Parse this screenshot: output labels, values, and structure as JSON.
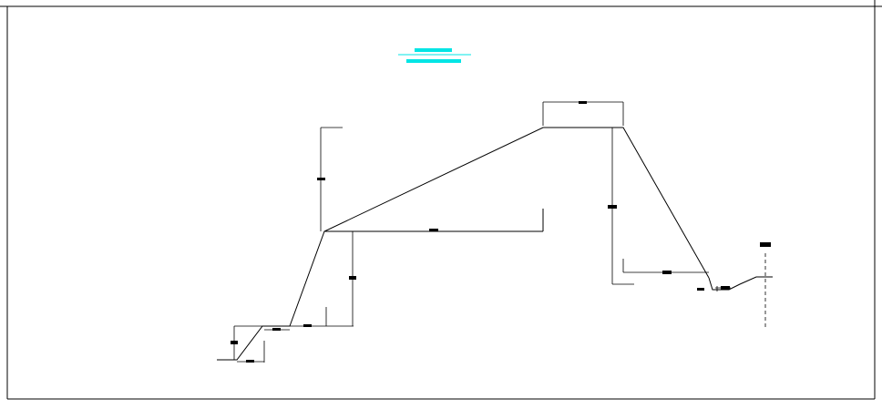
{
  "drawing": {
    "title_text": "",
    "title_color": "#00e5e5",
    "line_color": "#000000",
    "background": "#ffffff"
  },
  "dimension_labels": [
    {
      "id": "top-width",
      "text": ""
    },
    {
      "id": "left-height",
      "text": ""
    },
    {
      "id": "mid-width",
      "text": ""
    },
    {
      "id": "right-height",
      "text": ""
    },
    {
      "id": "right-base-width",
      "text": ""
    },
    {
      "id": "small-height",
      "text": ""
    },
    {
      "id": "step-width",
      "text": ""
    },
    {
      "id": "toe-height",
      "text": ""
    },
    {
      "id": "toe-width",
      "text": ""
    },
    {
      "id": "bench-width",
      "text": ""
    },
    {
      "id": "toe-run",
      "text": ""
    },
    {
      "id": "right-toe",
      "text": ""
    },
    {
      "id": "channel",
      "text": ""
    },
    {
      "id": "axis-mark",
      "text": ""
    }
  ]
}
